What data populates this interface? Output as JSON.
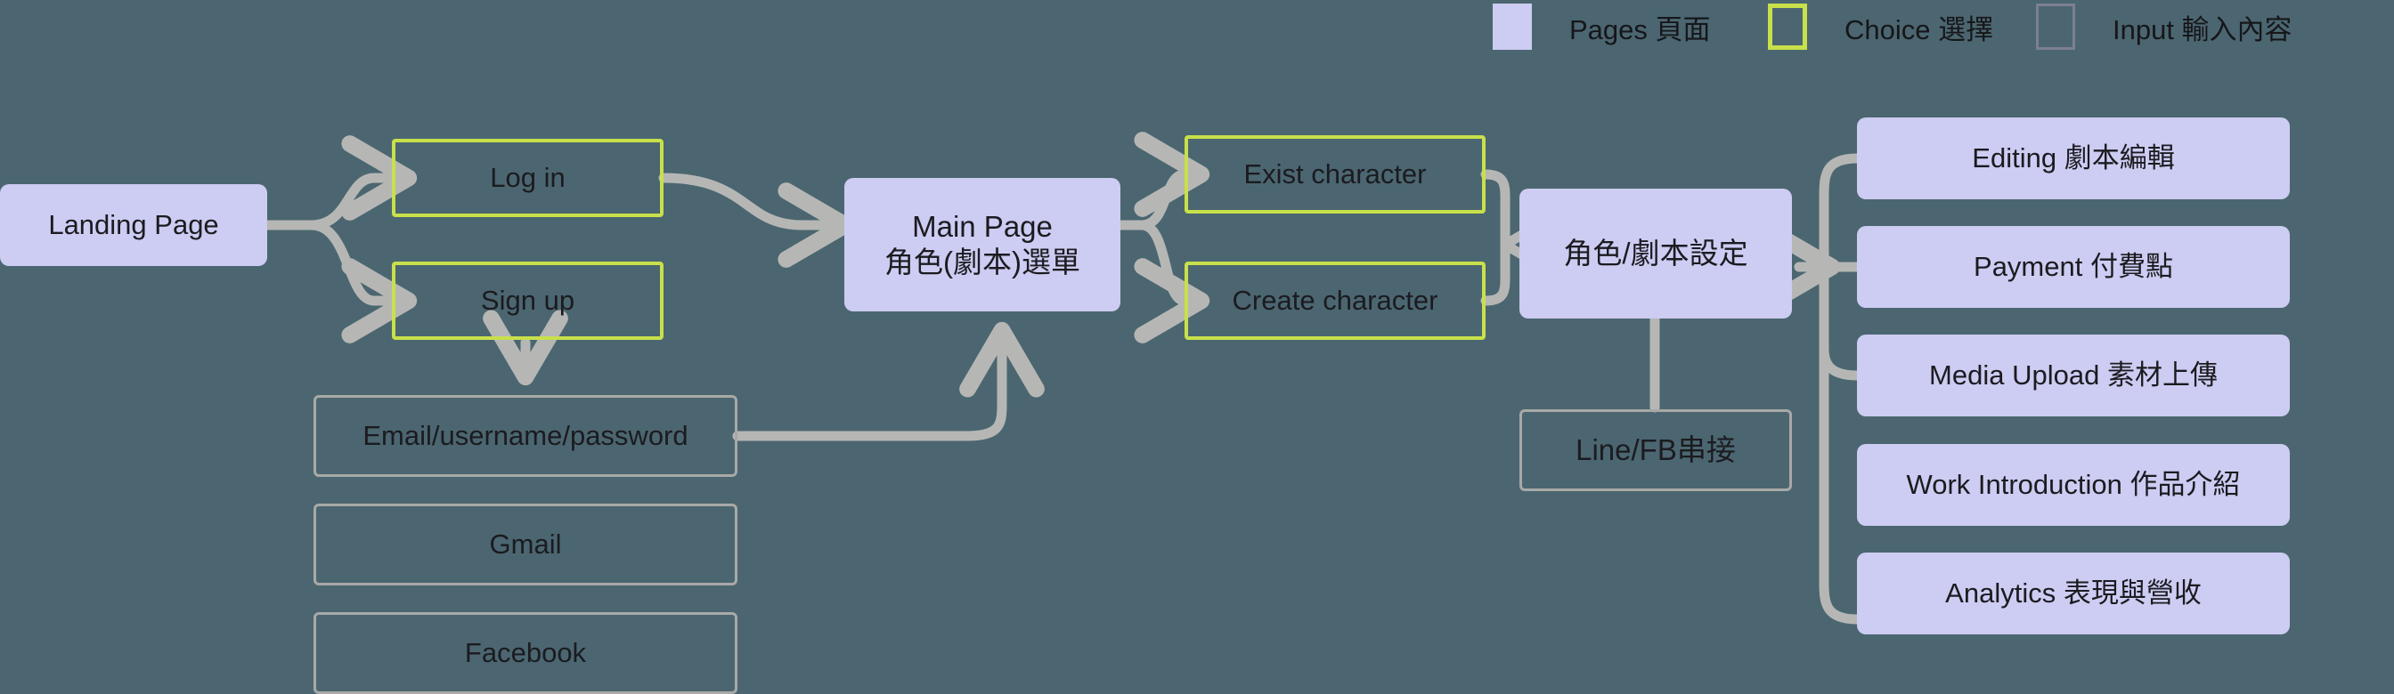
{
  "diagram": {
    "title": "App flow diagram",
    "background_color": "#4B6670",
    "legend": [
      {
        "id": "pages",
        "swatch": "page-swatch",
        "label": "Pages 頁面",
        "color": "#CDCCF2"
      },
      {
        "id": "choice",
        "swatch": "choice-swatch",
        "label": "Choice 選擇",
        "color": "#C8E04A"
      },
      {
        "id": "input",
        "swatch": "input-swatch",
        "label": "Input 輸入內容",
        "color": "#7C7F92"
      }
    ],
    "nodes": {
      "landing_page": {
        "label": "Landing Page",
        "type": "page"
      },
      "log_in": {
        "label": "Log in",
        "type": "choice"
      },
      "sign_up": {
        "label": "Sign up",
        "type": "choice"
      },
      "credentials": {
        "label": "Email/username/password",
        "type": "input"
      },
      "gmail": {
        "label": "Gmail",
        "type": "input"
      },
      "facebook": {
        "label": "Facebook",
        "type": "input"
      },
      "main_page": {
        "label_line1": "Main Page",
        "label_line2": "角色(劇本)選單",
        "type": "page"
      },
      "exist_character": {
        "label": "Exist character",
        "type": "choice"
      },
      "create_character": {
        "label": "Create character",
        "type": "choice"
      },
      "settings": {
        "label": "角色/劇本設定",
        "type": "page"
      },
      "line_fb": {
        "label": "Line/FB串接",
        "type": "input"
      },
      "editing": {
        "label": "Editing 劇本編輯",
        "type": "page"
      },
      "payment": {
        "label": "Payment 付費點",
        "type": "page"
      },
      "media_upload": {
        "label": "Media Upload 素材上傳",
        "type": "page"
      },
      "work_intro": {
        "label": "Work Introduction 作品介紹",
        "type": "page"
      },
      "analytics": {
        "label": "Analytics 表現與營收",
        "type": "page"
      }
    },
    "connector_color": "#B6B7B5"
  }
}
